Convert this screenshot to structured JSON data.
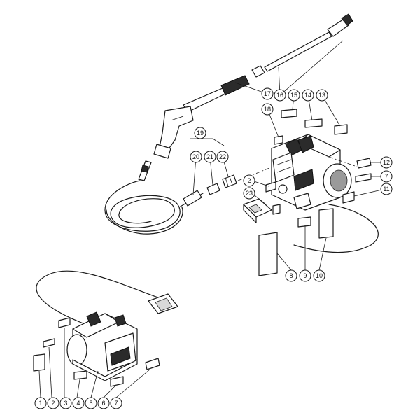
{
  "callouts": {
    "c1": "1",
    "c2": "2",
    "c3": "3",
    "c4": "4",
    "c5": "5",
    "c6": "6",
    "c7": "7",
    "c2b": "2",
    "c7b": "7",
    "c8": "8",
    "c9": "9",
    "c10": "10",
    "c11": "11",
    "c12": "12",
    "c13": "13",
    "c14": "14",
    "c15": "15",
    "c16": "16",
    "c17": "17",
    "c18": "18",
    "c19": "19",
    "c20": "20",
    "c21": "21",
    "c22": "22",
    "c23": "23"
  }
}
